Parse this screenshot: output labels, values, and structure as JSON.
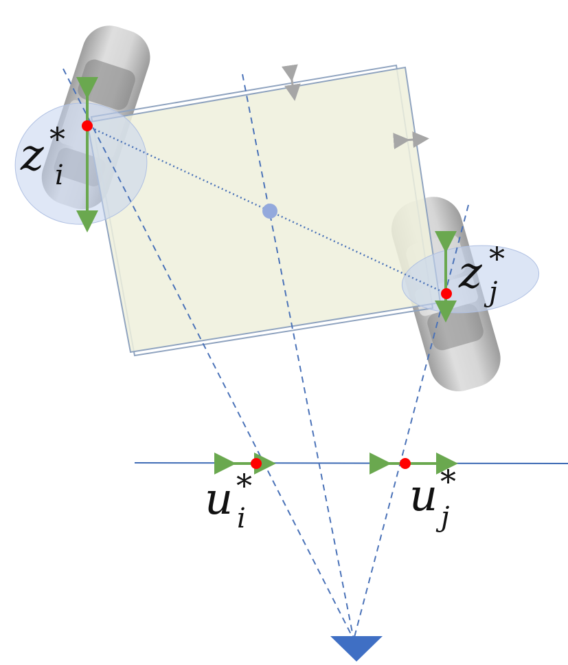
{
  "labels": {
    "zi": {
      "base": "z",
      "sub": "i",
      "sup": "*"
    },
    "zj": {
      "base": "z",
      "sub": "j",
      "sup": "*"
    },
    "ui": {
      "base": "u",
      "sub": "i",
      "sup": "*"
    },
    "uj": {
      "base": "u",
      "sub": "j",
      "sup": "*"
    }
  },
  "colors": {
    "box_fill": "#eef0dc",
    "box_stroke": "#8fa3bf",
    "ray": "#4a72b8",
    "image_line": "#3e6bb5",
    "keypoint": "#ff0000",
    "arrow_green": "#6aa84f",
    "arrow_gray": "#a6a6a6",
    "ellipse": "#c5d4ee",
    "center": "#93a9dc",
    "camera": "#3f6fc4",
    "car": "#b9b9b9"
  },
  "icons": {
    "camera": "camera-triangle-icon",
    "car": "car-silhouette-icon"
  }
}
